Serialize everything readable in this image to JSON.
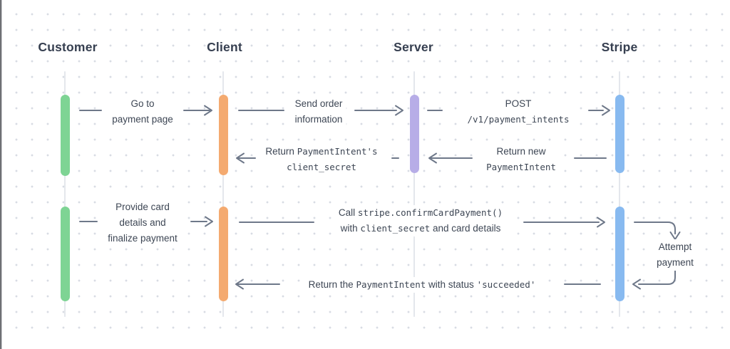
{
  "theme": {
    "bg": "#ffffff",
    "dot_color": "#d8dce3",
    "lifeline_color": "#e4e7ec",
    "arrow_color": "#6e7889",
    "text_color": "#3d4654",
    "header_color": "#363f50",
    "customer_color": "#7ed494",
    "client_color": "#f4aa70",
    "server_color": "#b7ade7",
    "stripe_color": "#88baf0"
  },
  "actors": [
    {
      "label": "Customer"
    },
    {
      "label": "Client"
    },
    {
      "label": "Server"
    },
    {
      "label": "Stripe"
    }
  ],
  "messages": {
    "go_to_payment_page": {
      "from": "Customer",
      "to": "Client",
      "lines": [
        [
          {
            "t": "Go to"
          }
        ],
        [
          {
            "t": "payment page"
          }
        ]
      ]
    },
    "send_order_information": {
      "from": "Client",
      "to": "Server",
      "lines": [
        [
          {
            "t": "Send order"
          }
        ],
        [
          {
            "t": "information"
          }
        ]
      ]
    },
    "post_payment_intents": {
      "from": "Server",
      "to": "Stripe",
      "lines": [
        [
          {
            "t": "POST"
          }
        ],
        [
          {
            "t": "/v1/payment_intents",
            "mono": true
          }
        ]
      ]
    },
    "return_client_secret": {
      "from": "Server",
      "to": "Client",
      "lines": [
        [
          {
            "t": "Return "
          },
          {
            "t": "PaymentIntent's",
            "mono": true
          }
        ],
        [
          {
            "t": "client_secret",
            "mono": true
          }
        ]
      ]
    },
    "return_new_payment_intent": {
      "from": "Stripe",
      "to": "Server",
      "lines": [
        [
          {
            "t": "Return new"
          }
        ],
        [
          {
            "t": "PaymentIntent",
            "mono": true
          }
        ]
      ]
    },
    "provide_card_details": {
      "from": "Customer",
      "to": "Client",
      "lines": [
        [
          {
            "t": "Provide card"
          }
        ],
        [
          {
            "t": "details and"
          }
        ],
        [
          {
            "t": "finalize payment"
          }
        ]
      ]
    },
    "confirm_card_payment": {
      "from": "Client",
      "to": "Stripe",
      "lines": [
        [
          {
            "t": "Call "
          },
          {
            "t": "stripe.confirmCardPayment()",
            "mono": true
          }
        ],
        [
          {
            "t": "with "
          },
          {
            "t": "client_secret",
            "mono": true
          },
          {
            "t": " and card details"
          }
        ]
      ]
    },
    "attempt_payment": {
      "from": "Stripe",
      "to": "Stripe",
      "lines": [
        [
          {
            "t": "Attempt"
          }
        ],
        [
          {
            "t": "payment"
          }
        ]
      ]
    },
    "return_succeeded": {
      "from": "Stripe",
      "to": "Client",
      "lines": [
        [
          {
            "t": "Return the "
          },
          {
            "t": "PaymentIntent",
            "mono": true
          },
          {
            "t": " with status "
          },
          {
            "t": "'succeeded'",
            "mono": true
          }
        ]
      ]
    }
  }
}
